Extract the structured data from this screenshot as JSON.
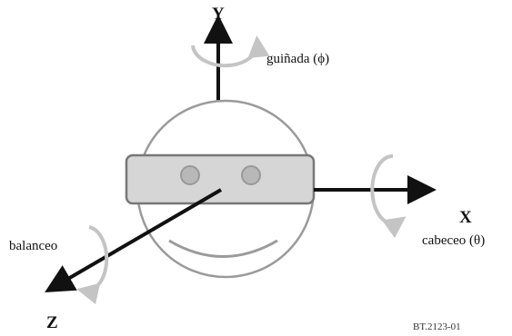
{
  "axes": {
    "y": {
      "label": "Y"
    },
    "x": {
      "label": "X"
    },
    "z": {
      "label": "Z"
    }
  },
  "rotations": {
    "yaw": {
      "label": "guiñada (ϕ)"
    },
    "pitch": {
      "label": "cabeceo (θ)"
    },
    "roll": {
      "label": "balanceo"
    }
  },
  "reference": "BT.2123-01",
  "colors": {
    "axis": "#111111",
    "head_stroke": "#9a9a9a",
    "visor_fill": "#d6d6d6",
    "visor_stroke": "#777777",
    "eye_fill": "#b8b8b8",
    "rotation_arrow": "#c4c4c4"
  }
}
